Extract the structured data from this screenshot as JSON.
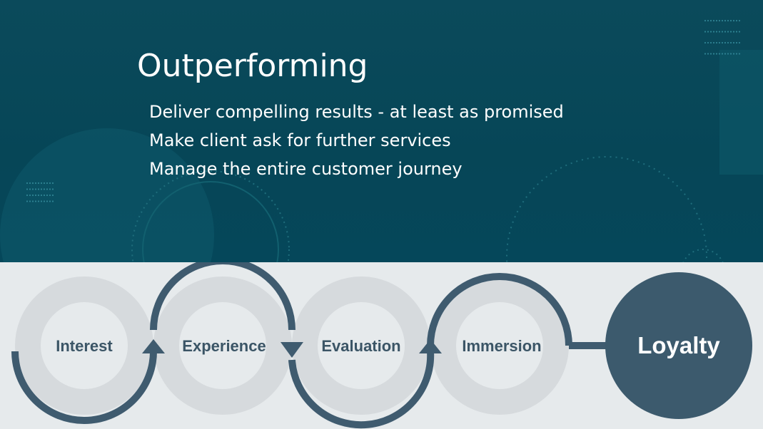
{
  "slide": {
    "title": "Outperforming",
    "bullets": [
      "Deliver compelling results - at least as promised",
      "Make client ask for further services",
      "Manage the entire customer journey"
    ]
  },
  "journey": {
    "stages": [
      "Interest",
      "Experience",
      "Evaluation",
      "Immersion"
    ],
    "final_stage": "Loyalty"
  },
  "colors": {
    "top_band": "#064657",
    "bottom_band": "#e6eaec",
    "ring_fill": "#d6dadd",
    "arrow": "#3f5b6f",
    "loyalty_fill": "#3c5a6d",
    "label_text": "#3b5566",
    "title_text": "#ffffff"
  }
}
